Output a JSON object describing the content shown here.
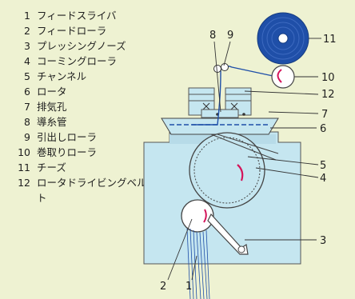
{
  "legend": [
    {
      "num": "1",
      "label": "フィードスライバ"
    },
    {
      "num": "2",
      "label": "フィードローラ"
    },
    {
      "num": "3",
      "label": "プレッシングノーズ"
    },
    {
      "num": "4",
      "label": "コーミングローラ"
    },
    {
      "num": "5",
      "label": "チャンネル"
    },
    {
      "num": "6",
      "label": "ロータ"
    },
    {
      "num": "7",
      "label": "排気孔"
    },
    {
      "num": "8",
      "label": "導糸管"
    },
    {
      "num": "9",
      "label": "引出しローラ"
    },
    {
      "num": "10",
      "label": "巻取りローラ"
    },
    {
      "num": "11",
      "label": "チーズ"
    },
    {
      "num": "12",
      "label": "ロータドライビングベルト"
    }
  ],
  "callouts": [
    "1",
    "2",
    "3",
    "4",
    "5",
    "6",
    "7",
    "8",
    "9",
    "10",
    "11",
    "12"
  ],
  "colors": {
    "background": "#eef2d2",
    "machine_fill": "#c5e6f0",
    "line": "#333333",
    "yarn": "#1f4fa8",
    "cheese_dark": "#1f4fa8",
    "accent": "#d4145a"
  }
}
